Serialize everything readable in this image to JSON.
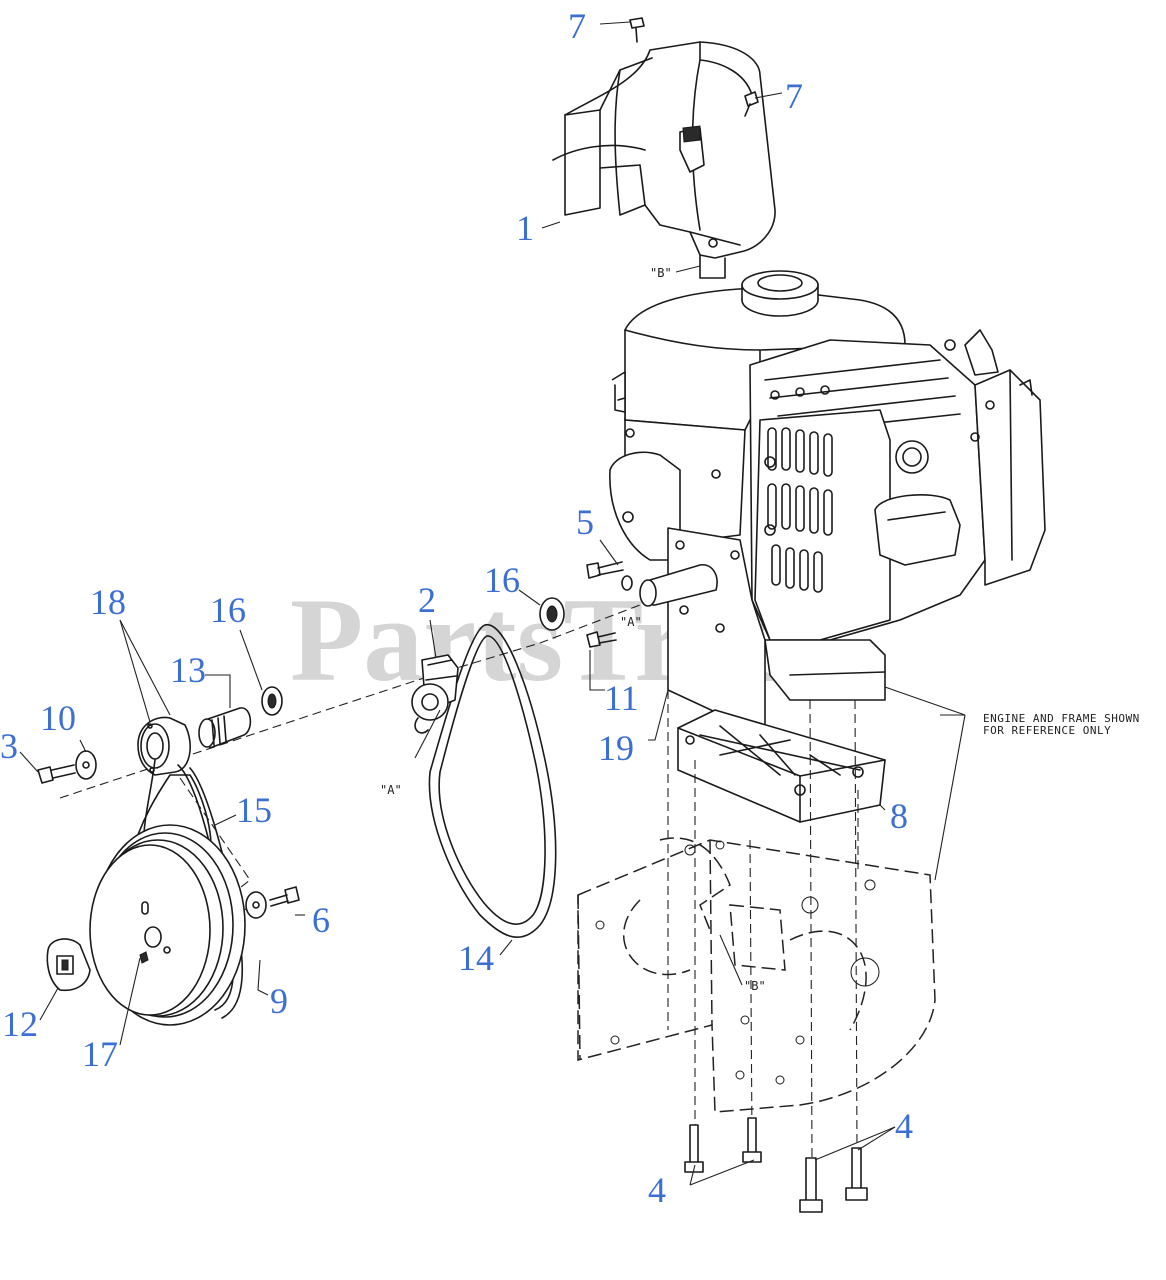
{
  "watermark": "PartsTree",
  "note": {
    "line1": "ENGINE AND FRAME SHOWN",
    "line2": "FOR REFERENCE ONLY"
  },
  "reference_labels": {
    "a": "\"A\"",
    "b": "\"B\""
  },
  "callouts": [
    "1",
    "2",
    "3",
    "4",
    "5",
    "6",
    "7",
    "8",
    "9",
    "10",
    "11",
    "12",
    "13",
    "14",
    "15",
    "16",
    "17",
    "18",
    "19"
  ],
  "colors": {
    "callout": "#3b6fd4",
    "line": "#1a1a1a",
    "watermark": "#c8c8c8"
  }
}
